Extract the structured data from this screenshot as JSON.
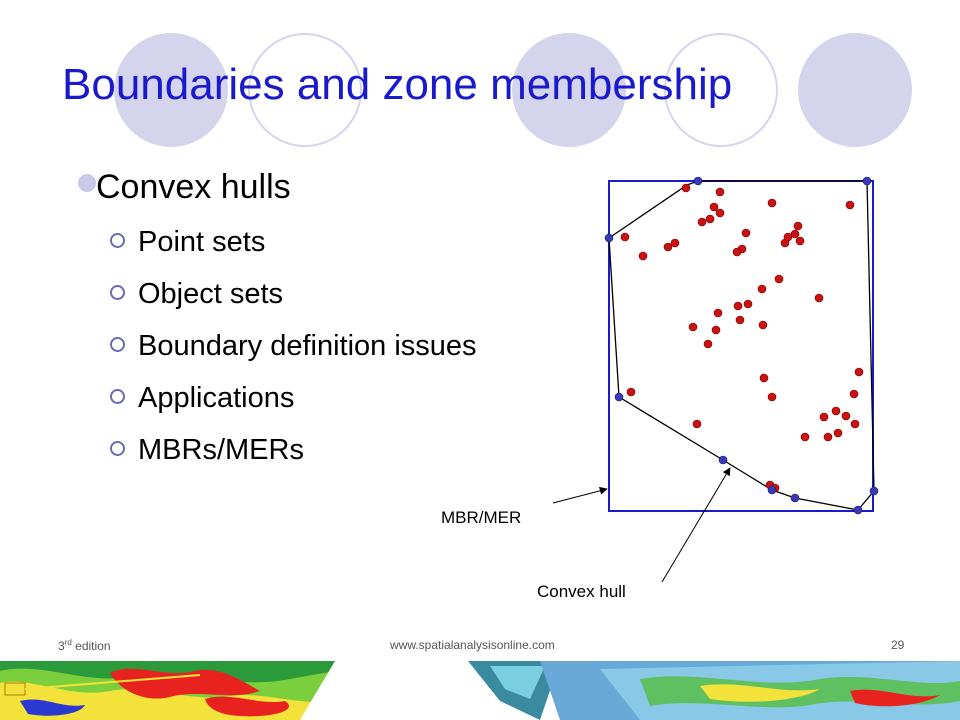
{
  "slide": {
    "title": "Boundaries and zone membership",
    "main_bullet": "Convex hulls",
    "sub_bullets": [
      "Point sets",
      "Object sets",
      "Boundary definition issues",
      "Applications",
      "MBRs/MERs"
    ]
  },
  "diagram": {
    "labels": {
      "mbr": "MBR/MER",
      "hull": "Convex hull"
    },
    "colors": {
      "mbr": "#1a1acc",
      "hull": "#000000",
      "point": "#cc1111",
      "hull_vertex": "#3a3ab8"
    }
  },
  "footer": {
    "edition_number": "3",
    "edition_suffix": "rd",
    "edition_text": " edition",
    "url": "www.spatialanalysisonline.com",
    "page": "29"
  },
  "theme": {
    "title_color": "#1a1acc",
    "circle_color": "#d4d4ec"
  }
}
